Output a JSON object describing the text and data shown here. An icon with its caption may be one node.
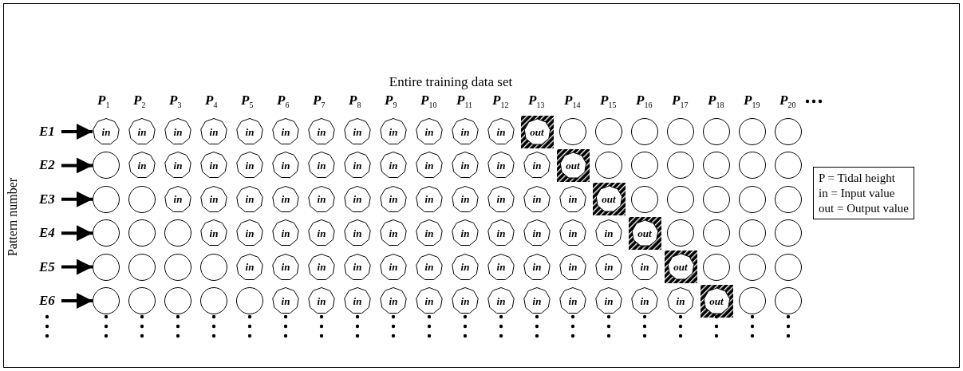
{
  "diagram": {
    "title": "Entire training data set",
    "nodes": [
      {
        "text": [
          "E1"
        ]
      },
      {
        "text": [
          "in"
        ]
      },
      {
        "text": [
          "in"
        ]
      },
      {
        "text": [
          "in"
        ]
      },
      {
        "text": [
          "in"
        ]
      },
      {
        "text": [
          "in"
        ]
      },
      {
        "text": [
          "in"
        ]
      },
      {
        "text": [
          "in"
        ]
      },
      {
        "text": [
          "in"
        ]
      },
      {
        "text": [
          "in"
        ]
      },
      {
        "text": [
          "in"
        ]
      },
      {
        "text": [
          "in"
        ]
      },
      {
        "text": [
          "in"
        ]
      },
      {
        "text": [
          "out"
        ]
      },
      {
        "text": [],
        "shape": "circle"
      },
      {
        "text": [],
        "shape": "circle"
      },
      {
        "text": [],
        "shape": "circle"
      },
      {
        "text": [],
        "shape": "circle"
      },
      {
        "text": [],
        "shape": "circle"
      },
      {
        "text": [],
        "shape": "circle"
      },
      {
        "text": [],
        "shape": "circle"
      },
      {
        "text": [
          "E2"
        ]
      },
      {
        "text": [],
        "shape": "circle"
      },
      {
        "text": [
          "in"
        ]
      },
      {
        "text": [
          "in"
        ]
      },
      {
        "text": [
          "in"
        ]
      },
      {
        "text": [
          "in"
        ]
      },
      {
        "text": [
          "in"
        ]
      },
      {
        "text": [
          "in"
        ]
      },
      {
        "text": [
          "in"
        ]
      },
      {
        "text": [
          "in"
        ]
      },
      {
        "text": [
          "in"
        ]
      },
      {
        "text": [
          "in"
        ]
      },
      {
        "text": [
          "in"
        ]
      },
      {
        "text": [
          "in"
        ]
      },
      {
        "text": [
          "out"
        ]
      },
      {
        "text": [],
        "shape": "circle"
      },
      {
        "text": [],
        "shape": "circle"
      },
      {
        "text": [],
        "shape": "circle"
      },
      {
        "text": [],
        "shape": "circle"
      },
      {
        "text": [],
        "shape": "circle"
      },
      {
        "text": [],
        "shape": "circle"
      },
      {
        "text": [
          "E3"
        ]
      },
      {
        "text": [],
        "shape": "circle"
      },
      {
        "text": [],
        "shape": "circle"
      },
      {
        "text": [
          "in"
        ]
      },
      {
        "text": [
          "in"
        ]
      },
      {
        "text": [
          "in"
        ]
      },
      {
        "text": [
          "in"
        ]
      },
      {
        "text": [
          "in"
        ]
      },
      {
        "text": [
          "in"
        ]
      },
      {
        "text": [
          "in"
        ]
      },
      {
        "text": [
          "in"
        ]
      },
      {
        "text": [
          "in"
        ]
      },
      {
        "text": [
          "in"
        ]
      },
      {
        "text": [
          "in"
        ]
      },
      {
        "text": [
          "in"
        ]
      },
      {
        "text": [
          "out"
        ]
      },
      {
        "text": [],
        "shape": "circle"
      },
      {
        "text": [],
        "shape": "circle"
      },
      {
        "text": [],
        "shape": "circle"
      },
      {
        "text": [],
        "shape": "circle"
      },
      {
        "text": [],
        "shape": "circle"
      },
      {
        "text": [
          "E4"
        ]
      },
      {
        "text": [],
        "shape": "circle"
      },
      {
        "text": [],
        "shape": "circle"
      },
      {
        "text": [],
        "shape": "circle"
      },
      {
        "text": [
          "in"
        ]
      },
      {
        "text": [
          "in"
        ]
      },
      {
        "text": [
          "in"
        ]
      },
      {
        "text": [
          "in"
        ]
      },
      {
        "text": [
          "in"
        ]
      },
      {
        "text": [
          "in"
        ]
      },
      {
        "text": [
          "in"
        ]
      },
      {
        "text": [
          "in"
        ]
      },
      {
        "text": [
          "in"
        ]
      },
      {
        "text": [
          "in"
        ]
      },
      {
        "text": [
          "in"
        ]
      },
      {
        "text": [
          "in"
        ]
      },
      {
        "text": [
          "out"
        ]
      },
      {
        "text": [],
        "shape": "circle"
      },
      {
        "text": [],
        "shape": "circle"
      },
      {
        "text": [],
        "shape": "circle"
      },
      {
        "text": [],
        "shape": "circle"
      },
      {
        "text": [
          "E5"
        ]
      },
      {
        "text": [],
        "shape": "circle"
      },
      {
        "text": [],
        "shape": "circle"
      },
      {
        "text": [],
        "shape": "circle"
      },
      {
        "text": [],
        "shape": "circle"
      },
      {
        "text": [
          "in"
        ]
      },
      {
        "text": [
          "in"
        ]
      },
      {
        "text": [
          "in"
        ]
      },
      {
        "text": [
          "in"
        ]
      },
      {
        "text": [
          "in"
        ]
      },
      {
        "text": [
          "in"
        ]
      },
      {
        "text": [
          "in"
        ]
      },
      {
        "text": [
          "in"
        ]
      },
      {
        "text": [
          "in"
        ]
      },
      {
        "text": [
          "in"
        ]
      },
      {
        "text": [
          "in"
        ]
      },
      {
        "text": [
          "in"
        ]
      },
      {
        "text": [
          "out"
        ]
      },
      {
        "text": [],
        "shape": "circle"
      },
      {
        "text": [],
        "shape": "circle"
      },
      {
        "text": [],
        "shape": "circle"
      },
      {
        "text": [
          "E6"
        ]
      },
      {
        "text": [],
        "shape": "circle"
      },
      {
        "text": [],
        "shape": "circle"
      },
      {
        "text": [],
        "shape": "circle"
      },
      {
        "text": [],
        "shape": "circle"
      },
      {
        "text": [],
        "shape": "circle"
      },
      {
        "text": [
          "in"
        ]
      },
      {
        "text": [
          "in"
        ]
      },
      {
        "text": [
          "in"
        ]
      },
      {
        "text": [
          "in"
        ]
      },
      {
        "text": [
          "in"
        ]
      },
      {
        "text": [
          "in"
        ]
      },
      {
        "text": [
          "in"
        ]
      },
      {
        "text": [
          "in"
        ]
      },
      {
        "text": [
          "in"
        ]
      },
      {
        "text": [
          "in"
        ]
      },
      {
        "text": [
          "in"
        ]
      },
      {
        "text": [
          "in"
        ]
      },
      {
        "text": [
          "out"
        ]
      },
      {
        "text": [],
        "shape": "circle"
      },
      {
        "text": [],
        "shape": "circle"
      }
    ],
    "edges": [
      {
        "from": 0,
        "to": 1,
        "arrow": "to"
      },
      {
        "from": 21,
        "to": 22,
        "arrow": "to"
      },
      {
        "from": 42,
        "to": 43,
        "arrow": "to"
      },
      {
        "from": 63,
        "to": 64,
        "arrow": "to"
      },
      {
        "from": 84,
        "to": 85,
        "arrow": "to"
      },
      {
        "from": 105,
        "to": 106,
        "arrow": "to"
      }
    ],
    "labels": [
      "P$_{1}$",
      "P$_{2}$",
      "P$_{3}$",
      "P$_{4}$",
      "P$_{5}$",
      "P$_{6}$",
      "P$_{7}$",
      "P$_{8}$",
      "P$_{9}$",
      "P$_{10}$",
      "P$_{11}$",
      "P$_{12}$",
      "P$_{13}$",
      "P$_{14}$",
      "P$_{15}$",
      "P$_{16}$",
      "P$_{17}$",
      "P$_{18}$",
      "P$_{19}$",
      "P$_{20}$",
      "Pattern number",
      "P = Tidal height",
      "in = Input value",
      "out = Output value"
    ]
  }
}
